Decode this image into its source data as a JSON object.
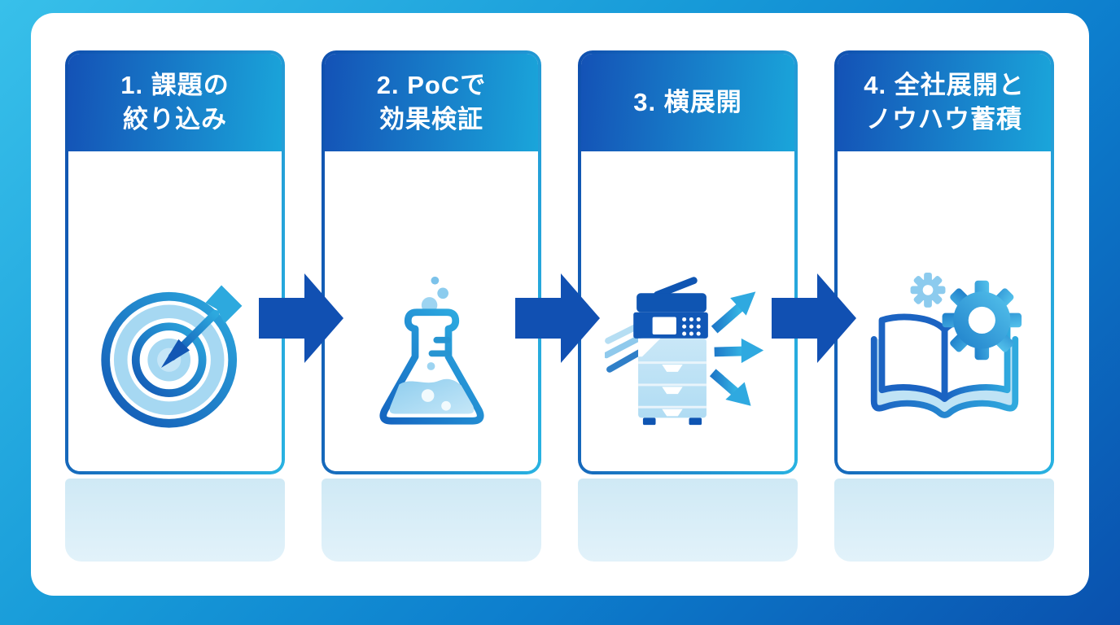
{
  "diagram": {
    "type": "process-flow",
    "direction": "left-to-right",
    "steps": [
      {
        "order": 1,
        "line1": "1. 課題の",
        "line2": "絞り込み",
        "icon": "target-icon"
      },
      {
        "order": 2,
        "line1": "2. PoCで",
        "line2": "効果検証",
        "icon": "flask-icon"
      },
      {
        "order": 3,
        "line1": "3. 横展開",
        "line2": "",
        "icon": "copier-spread-icon"
      },
      {
        "order": 4,
        "line1": "4. 全社展開と",
        "line2": "ノウハウ蓄積",
        "icon": "book-gears-icon"
      }
    ],
    "connector": "right-block-arrow",
    "colors": {
      "background_top_left": "#38c0ea",
      "background_bottom_right": "#0a51ae",
      "panel": "#ffffff",
      "header_gradient_left": "#1452b6",
      "header_gradient_right": "#1aa5da",
      "card_border_left": "#0f4fae",
      "card_border_right": "#29b3e2",
      "flow_arrow": "#1150b2",
      "reflection": "#d9edf7",
      "icon_dark_blue": "#1257b4",
      "icon_cyan": "#2da9de",
      "icon_light_blue": "#a6d8f2"
    }
  }
}
